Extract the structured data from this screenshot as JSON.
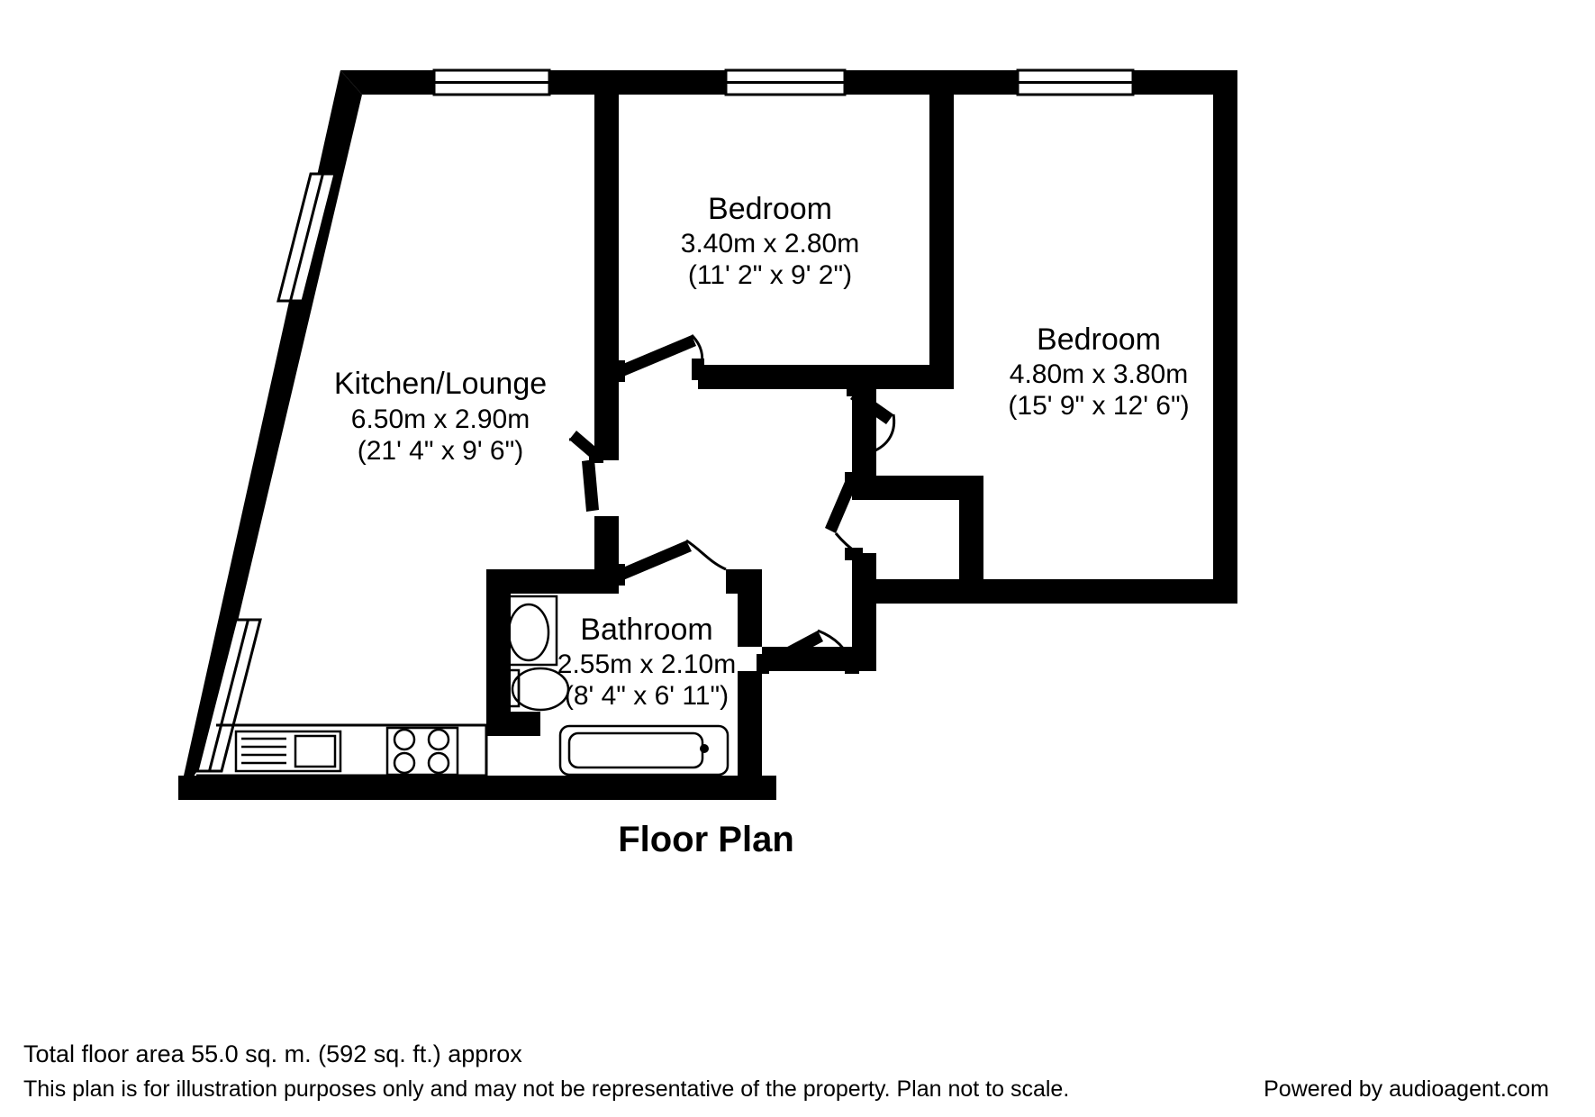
{
  "plan": {
    "title": "Floor Plan",
    "rooms": [
      {
        "id": "kitchen-lounge",
        "name": "Kitchen/Lounge",
        "metric": "6.50m x 2.90m",
        "imperial": "(21' 4\" x 9' 6\")"
      },
      {
        "id": "bedroom-1",
        "name": "Bedroom",
        "metric": "3.40m x 2.80m",
        "imperial": "(11' 2\" x 9' 2\")"
      },
      {
        "id": "bedroom-2",
        "name": "Bedroom",
        "metric": "4.80m x 3.80m",
        "imperial": "(15' 9\" x 12' 6\")"
      },
      {
        "id": "bathroom",
        "name": "Bathroom",
        "metric": "2.55m x 2.10m",
        "imperial": "(8' 4\" x 6' 11\")"
      }
    ],
    "fixtures": [
      "sink-icon",
      "hob-icon",
      "bath-icon",
      "toilet-icon",
      "basin-icon"
    ],
    "windows": 5,
    "doors": 5,
    "colors": {
      "wall": "#000000",
      "background": "#ffffff",
      "text": "#000000"
    }
  },
  "footer": {
    "total_area": "Total floor area 55.0 sq. m. (592 sq. ft.) approx",
    "disclaimer": "This plan is for illustration purposes only and may not be representative of the property. Plan not to scale.",
    "powered_by": "Powered by audioagent.com"
  }
}
